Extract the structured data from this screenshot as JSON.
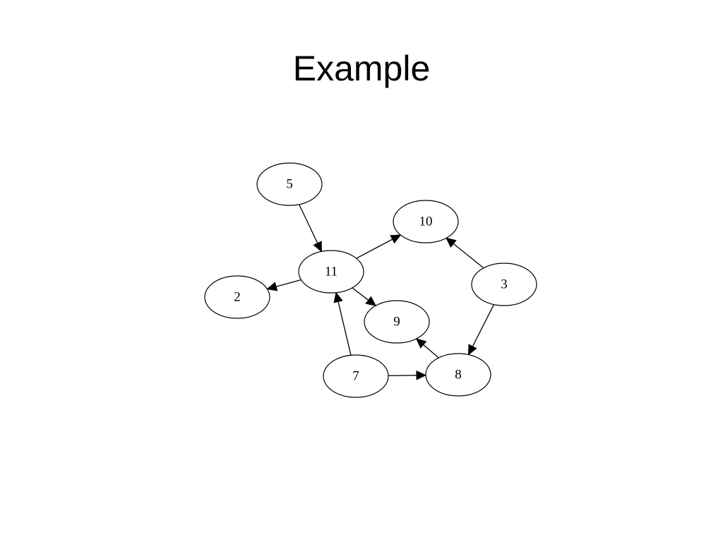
{
  "slide": {
    "title": "Example"
  },
  "graph": {
    "nodes": [
      {
        "id": "5",
        "label": "5"
      },
      {
        "id": "10",
        "label": "10"
      },
      {
        "id": "11",
        "label": "11"
      },
      {
        "id": "3",
        "label": "3"
      },
      {
        "id": "2",
        "label": "2"
      },
      {
        "id": "9",
        "label": "9"
      },
      {
        "id": "7",
        "label": "7"
      },
      {
        "id": "8",
        "label": "8"
      }
    ],
    "edges": [
      {
        "from": "5",
        "to": "11"
      },
      {
        "from": "11",
        "to": "10"
      },
      {
        "from": "11",
        "to": "2"
      },
      {
        "from": "11",
        "to": "9"
      },
      {
        "from": "3",
        "to": "10"
      },
      {
        "from": "3",
        "to": "8"
      },
      {
        "from": "7",
        "to": "11"
      },
      {
        "from": "7",
        "to": "8"
      },
      {
        "from": "8",
        "to": "9"
      }
    ]
  }
}
